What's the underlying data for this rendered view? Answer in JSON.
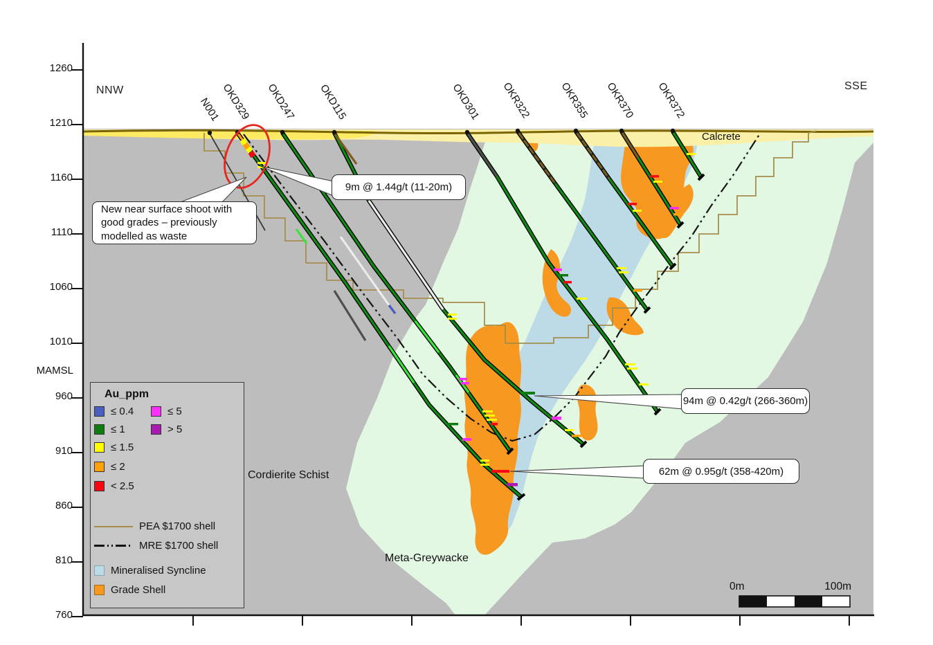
{
  "compass": {
    "nnw": "NNW",
    "sse": "SSE"
  },
  "axis": {
    "unit_label": "MAMSL",
    "y_ticks": [
      "1260",
      "1210",
      "1160",
      "1110",
      "1060",
      "1010",
      "960",
      "910",
      "860",
      "810",
      "760"
    ]
  },
  "holes": [
    {
      "name": "N001"
    },
    {
      "name": "OKD329"
    },
    {
      "name": "OKD247"
    },
    {
      "name": "OKD115"
    },
    {
      "name": "OKD301"
    },
    {
      "name": "OKR322"
    },
    {
      "name": "OKR355"
    },
    {
      "name": "OKR370"
    },
    {
      "name": "OKR372"
    }
  ],
  "callouts": {
    "near_surface_intercept": "9m @ 1.44g/t (11-20m)",
    "shoot_note_l1": "New near surface shoot with",
    "shoot_note_l2": "good grades – previously",
    "shoot_note_l3": "modelled as waste",
    "deep_intercept_1": "94m @ 0.42g/t (266-360m)",
    "deep_intercept_2": "62m @ 0.95g/t (358-420m)"
  },
  "geology": {
    "calcrete": "Calcrete",
    "cordierite_schist": "Cordierite Schist",
    "meta_greywacke": "Meta-Greywacke"
  },
  "legend": {
    "title": "Au_ppm",
    "grades_col1": [
      {
        "label": "≤ 0.4",
        "color": "#4a5fc1"
      },
      {
        "label": "≤ 1",
        "color": "#0e7c10"
      },
      {
        "label": "≤ 1.5",
        "color": "#ffff00"
      },
      {
        "label": "≤ 2",
        "color": "#ffa10a"
      },
      {
        "label": "< 2.5",
        "color": "#f60712"
      }
    ],
    "grades_col2": [
      {
        "label": "≤ 5",
        "color": "#fb2ff9"
      },
      {
        "label": "> 5",
        "color": "#a81ab0"
      }
    ],
    "lines": [
      {
        "label": "PEA $1700 shell",
        "color": "#a58d4c"
      },
      {
        "label": "MRE $1700 shell",
        "color": "#111111"
      }
    ],
    "areas": [
      {
        "label": "Mineralised Syncline",
        "color": "#bcdbe6"
      },
      {
        "label": "Grade Shell",
        "color": "#f79821"
      }
    ]
  },
  "scalebar": {
    "left": "0m",
    "right": "100m"
  },
  "colors": {
    "au_004": "#4a5fc1",
    "au_1": "#0e7c10",
    "au_15": "#ffff00",
    "au_2": "#ffa10a",
    "au_25": "#f60712",
    "au_5": "#fb2ff9",
    "au_5plus": "#a81ab0",
    "pea_shell": "#a58d4c",
    "mre_shell": "#141414",
    "syncline": "#bcdbe6",
    "grade_shell": "#f79821",
    "schist_gray": "#bdbdbd",
    "greywacke_green": "#e2f8e3",
    "calcrete_band": "#faf0a8",
    "calcrete_bright": "#ffe95c",
    "surface_line": "#7a6400",
    "trace_green": "#0f8c11",
    "trace_bright_green": "#3ae23a",
    "trace_brown": "#7c5c20",
    "trace_gray": "#4f4f4f",
    "trace_casing": "#ececec",
    "ellipse_red": "#e8251f",
    "legend_bg": "#c7c7c7"
  }
}
